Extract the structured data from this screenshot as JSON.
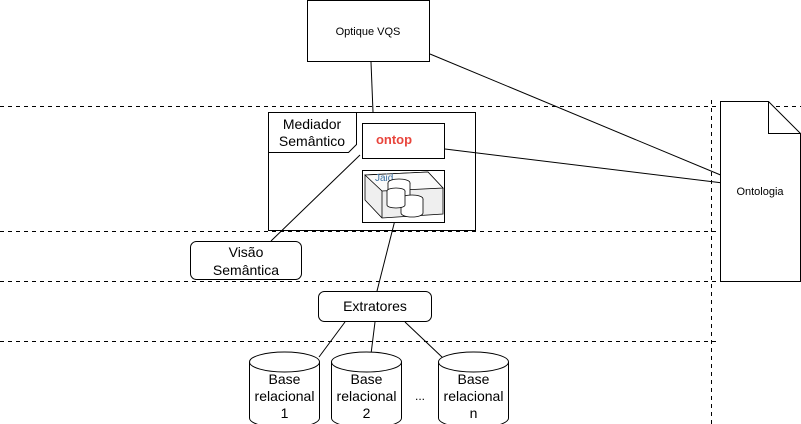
{
  "nodes": {
    "optique": {
      "label": "Optique VQS"
    },
    "mediador": {
      "label_lines": [
        "Mediador",
        "Semântico"
      ]
    },
    "ontop": {
      "logo_text": "ontop"
    },
    "tool_icon": {
      "text": "Jaid"
    },
    "visao": {
      "label_lines": [
        "Visão",
        "Semântica"
      ]
    },
    "extratores": {
      "label": "Extratores"
    },
    "ontologia": {
      "label": "Ontologia"
    },
    "bases": [
      {
        "label_lines": [
          "Base",
          "relacional",
          "1"
        ]
      },
      {
        "label_lines": [
          "Base",
          "relacional",
          "2"
        ]
      },
      {
        "label_lines": [
          "Base",
          "relacional",
          "n"
        ]
      }
    ],
    "ellipsis": "..."
  },
  "colors": {
    "ontop_text": "#e8453c",
    "stroke": "#000000"
  }
}
